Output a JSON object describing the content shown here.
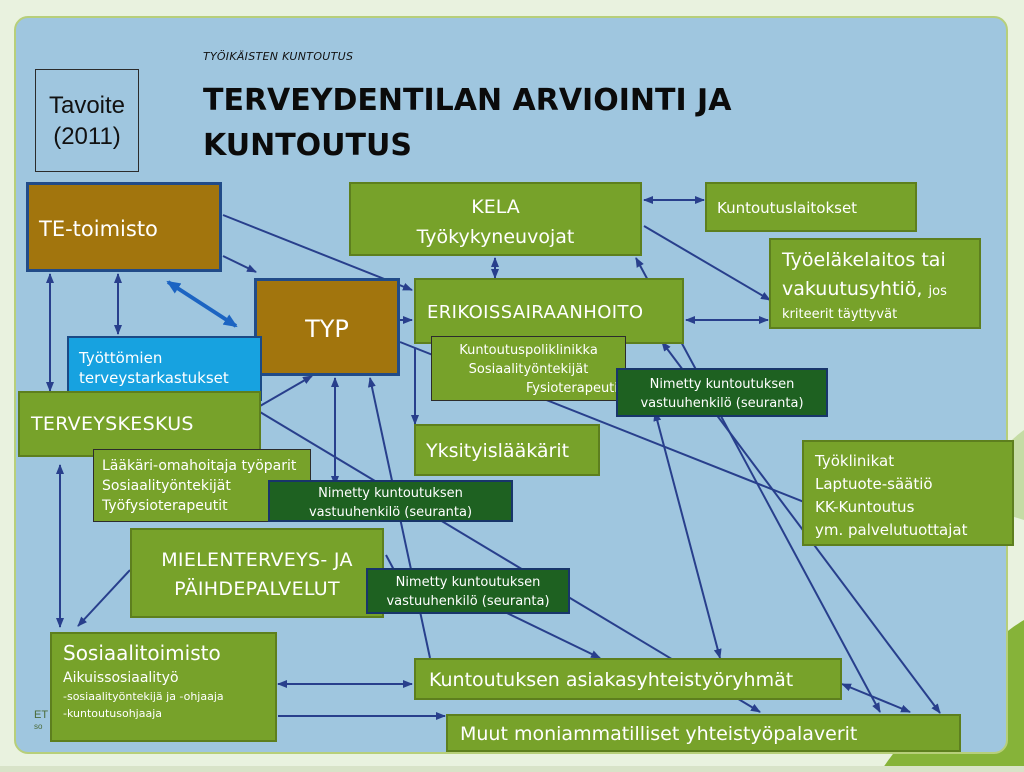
{
  "header": {
    "kicker": "TYÖIKÄISTEN KUNTOUTUS",
    "title_line1": "TERVEYDENTILAN ARVIOINTI JA",
    "title_line2": "KUNTOUTUS"
  },
  "goal": {
    "line1": "Tavoite",
    "line2": "(2011)"
  },
  "nodes": {
    "te_toimisto": "TE-toimisto",
    "kela_line1": "KELA",
    "kela_line2": "Työkykyneuvojat",
    "kuntoutuslaitokset": "Kuntoutuslaitokset",
    "tyoelake_line1": "Työeläkelaitos tai",
    "tyoelake_line2": "vakuutusyhtiö,",
    "tyoelake_jos": "jos",
    "tyoelake_line3": "kriteerit täyttyvät",
    "typ": "TYP",
    "erikoissairaanhoito": "ERIKOISSAIRAANHOITO",
    "poliklinikka": [
      "Kuntoutuspoliklinikka",
      "Sosiaalityöntekijät",
      "Fysioterapeutit"
    ],
    "tyottomien_line1": "Työttömien",
    "tyottomien_line2": "terveystarkastukset",
    "terveyskeskus": "TERVEYSKESKUS",
    "tk_staff": [
      "Lääkäri-omahoitaja työparit",
      "Sosiaalityöntekijät",
      "Työfysioterapeutit"
    ],
    "nimetty_line1": "Nimetty kuntoutuksen",
    "nimetty_line2": "vastuuhenkilö (seuranta)",
    "yksityislaakarit": "Yksityislääkärit",
    "tyoklinikat": [
      "Työklinikat",
      "Laptuote-säätiö",
      "KK-Kuntoutus",
      "ym. palvelutuottajat"
    ],
    "mielenterveys_line1": "MIELENTERVEYS- JA",
    "mielenterveys_line2": "PÄIHDEPALVELUT",
    "sosiaalitoimisto": "Sosiaalitoimisto",
    "aikuissosiaalityo": "Aikuissosiaalityö",
    "sos_staff": [
      "-sosiaalityöntekijä ja -ohjaaja",
      "-kuntoutusohjaaja"
    ],
    "asiakasyhteistyo": "Kuntoutuksen asiakasyhteistyöryhmät",
    "muut": "Muut moniammatilliset yhteistyöpalaverit"
  },
  "corner_text": [
    "ET",
    "so"
  ],
  "colors": {
    "green": "#77a22a",
    "orange": "#a2750d",
    "blue": "#17a2e0",
    "dark_green": "#1e6121",
    "arrow": "#283f8c",
    "slide": "#9fc6df"
  }
}
